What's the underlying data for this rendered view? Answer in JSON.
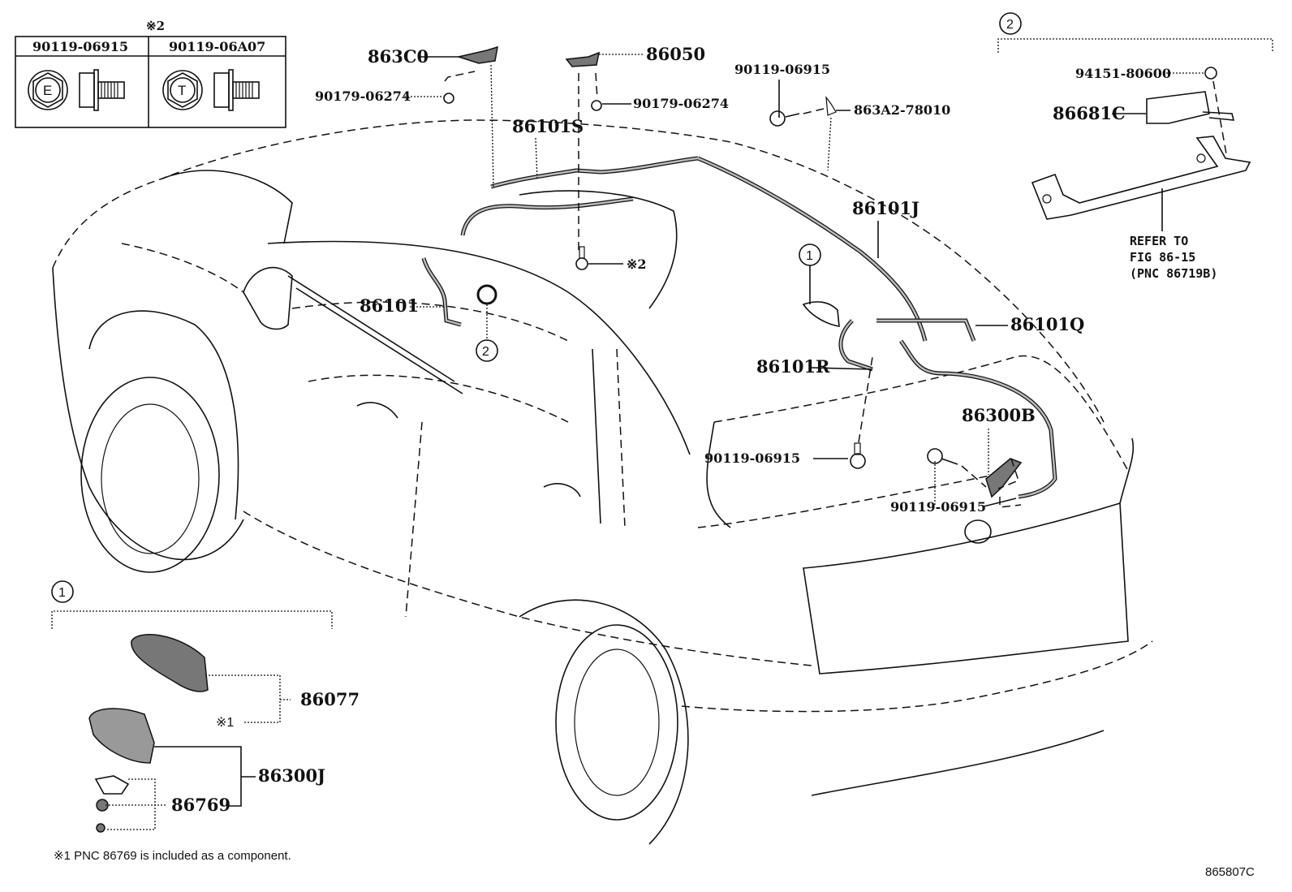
{
  "diagram": {
    "figure_code": "865807C",
    "footnote": "※1 PNC 86769 is included as a component.",
    "fastener_table": {
      "marker": "※2",
      "columns": [
        {
          "part_no": "90119-06915",
          "head_mark": "E"
        },
        {
          "part_no": "90119-06A07",
          "head_mark": "T"
        }
      ]
    },
    "callouts": {
      "c863C0": "863C0",
      "c86050": "86050",
      "c90179_a": "90179-06274",
      "c90179_b": "90179-06274",
      "c86101S": "86101S",
      "c90119_top": "90119-06915",
      "c863A2": "863A2-78010",
      "c86101J": "86101J",
      "c86101": "86101",
      "c_star2": "※2",
      "c86101Q": "86101Q",
      "c86101R": "86101R",
      "c86300B": "86300B",
      "c90119_mid": "90119-06915",
      "c90119_low": "90119-06915"
    },
    "group1": {
      "marker": "1",
      "parts": {
        "antenna_cover": "86077",
        "star1": "※1",
        "antenna_assy": "86300J",
        "gasket_set": "86769"
      }
    },
    "group2": {
      "marker": "2",
      "parts": {
        "nut": "94151-80600",
        "module": "86681C",
        "refer_line1": "REFER TO",
        "refer_line2": "FIG 86-15",
        "refer_line3": "(PNC 86719B)"
      }
    },
    "circle_refs": [
      "1",
      "2"
    ]
  }
}
